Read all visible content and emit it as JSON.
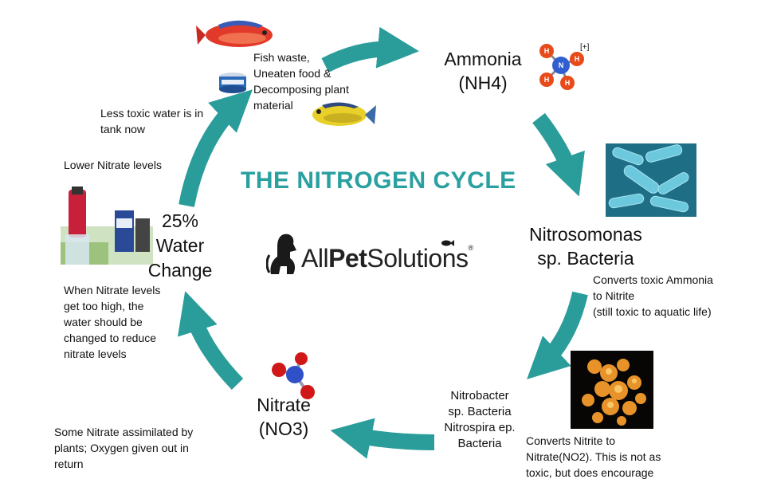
{
  "title": "THE NITROGEN CYCLE",
  "logo": {
    "pre": "All",
    "bold": "Pet",
    "post": "Solutions",
    "reg": "®"
  },
  "stages": {
    "ammonia": [
      "Ammonia",
      "(NH4)"
    ],
    "nitrosomonas": [
      "Nitrosomonas",
      "sp. Bacteria"
    ],
    "nitrobacter": [
      "Nitrobacter",
      "sp. Bacteria",
      "Nitrospira ep.",
      "Bacteria"
    ],
    "nitrate": [
      "Nitrate",
      "(NO3)"
    ],
    "water_change": [
      "25%",
      "Water",
      "Change"
    ]
  },
  "notes": {
    "fish_waste": [
      "Fish waste,",
      "Uneaten food &",
      "Decomposing plant",
      "material"
    ],
    "less_toxic": [
      "Less toxic water is in",
      "tank now"
    ],
    "lower_nitrate": "Lower Nitrate levels",
    "converts_ammonia": [
      "Converts toxic Ammonia",
      "to Nitrite",
      "(still toxic to aquatic life)"
    ],
    "converts_nitrite": [
      "Converts Nitrite to",
      "Nitrate(NO2). This is not as",
      "toxic, but does encourage"
    ],
    "when_nitrate": [
      "When Nitrate levels",
      "get too high, the",
      "water should be",
      "changed to reduce",
      "nitrate levels"
    ],
    "assimilated": [
      "Some Nitrate assimilated by",
      "plants; Oxygen given out in",
      "return"
    ]
  },
  "ammonia_molecule": {
    "center": "N",
    "outer": [
      "H",
      "H",
      "H",
      "H"
    ],
    "charge": "[+]"
  },
  "colors": {
    "arrow": "#2a9d9a",
    "title": "#2aa0a0",
    "nitrogen": "#3060d0",
    "hydrogen": "#e84a1a",
    "oxygen": "#d01818"
  }
}
